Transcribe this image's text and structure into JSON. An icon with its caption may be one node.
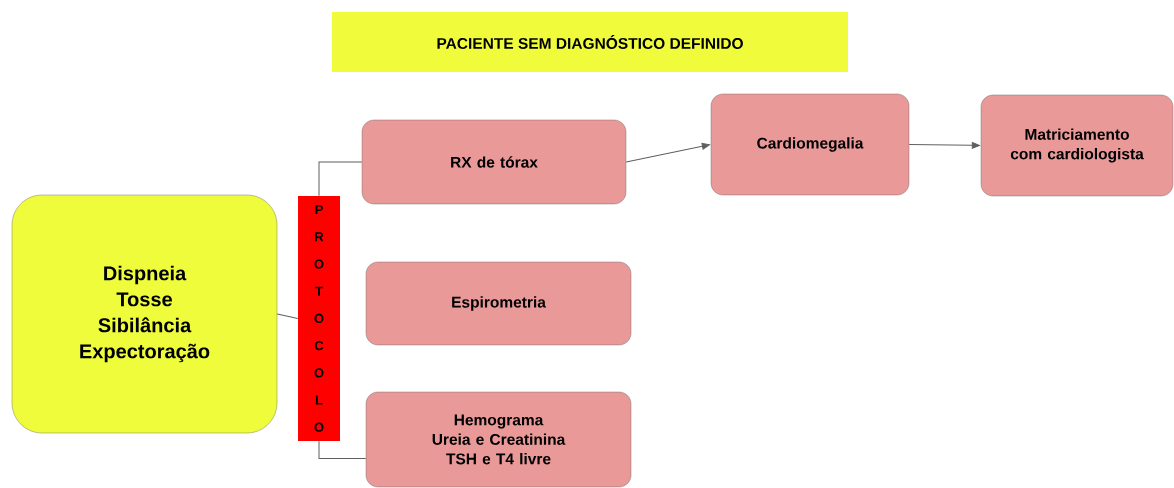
{
  "diagram": {
    "title": "PACIENTE SEM DIAGNÓSTICO DEFINIDO",
    "nodes": [
      {
        "text": [
          "Dispneia",
          "Tosse",
          "Sibilância",
          "Expectoração"
        ]
      },
      {
        "text": [
          "PROTOCOLO"
        ]
      },
      {
        "text": [
          "RX de tórax"
        ]
      },
      {
        "text": [
          "Espirometria"
        ]
      },
      {
        "text": [
          "Hemograma",
          "Ureia e Creatinina",
          "TSH e T4 livre"
        ]
      },
      {
        "text": [
          "Cardiomegalia"
        ]
      },
      {
        "text": [
          "Matriciamento com cardiologista"
        ]
      }
    ],
    "edges": [
      {
        "from": 0,
        "to": 1,
        "arrow": "none"
      },
      {
        "from": 1,
        "to": 2,
        "arrow": "none"
      },
      {
        "from": 1,
        "to": 4,
        "arrow": "none"
      },
      {
        "from": 2,
        "to": 5,
        "arrow": "to"
      },
      {
        "from": 5,
        "to": 6,
        "arrow": "to"
      }
    ]
  }
}
